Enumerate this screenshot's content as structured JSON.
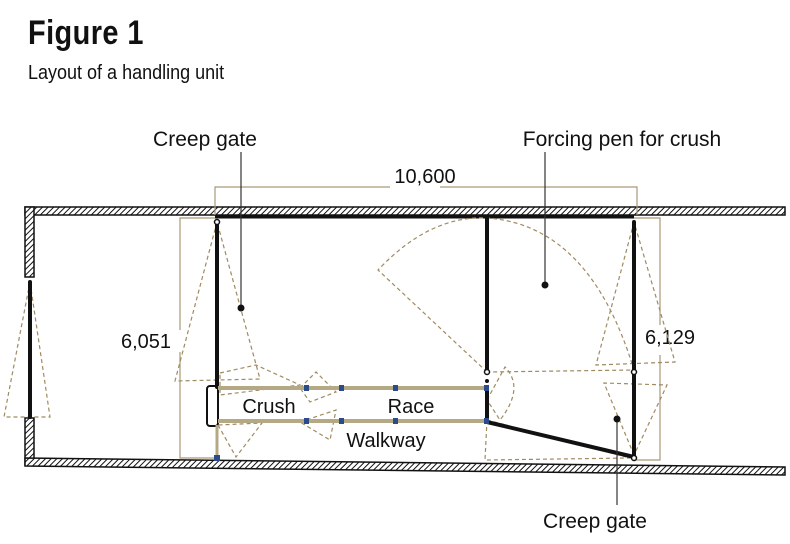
{
  "figure": {
    "title": "Figure 1",
    "subtitle": "Layout of a handling unit"
  },
  "labels": {
    "creep_gate_top": "Creep gate",
    "forcing_pen": "Forcing pen for crush",
    "creep_gate_bottom": "Creep gate",
    "crush": "Crush",
    "race": "Race",
    "walkway": "Walkway"
  },
  "dimensions": {
    "width": "10,600",
    "left_height": "6,051",
    "right_height": "6,129"
  },
  "colors": {
    "wall": "#111111",
    "dimension": "#a89a78",
    "swing": "#a08a60",
    "post": "#2b4a8a"
  }
}
